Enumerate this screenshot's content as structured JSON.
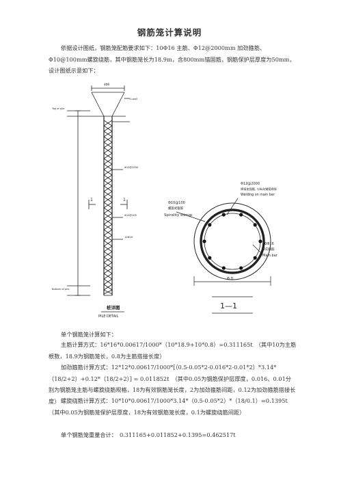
{
  "title": "钢筋笼计算说明",
  "intro": "依据设计图纸，钢筋笼配筋要求如下：10Φ16 主筋、Φ12@2000mm 加劲箍筋、Φ10@100mm螺旋绕筋，其中钢筋笼长为18.9m，含800mm锚固筋，钢筋保护层厚度为50mm，设计图纸示意如下：",
  "figure": {
    "pile_detail_cn": "桩详图",
    "pile_detail_en": "PILE DETAIL",
    "section_label": "1—1",
    "left_mark": "1",
    "right_mark": "1",
    "top_dim": "4Φ0",
    "diameter_dim": "Φ D",
    "spiral_cn": "螺旋式箍筋",
    "spiral_en": "Spirality stirrup",
    "spiral_spec": "Φ10@100",
    "welding_spec": "Φ12@2000",
    "welding_cn": "焊接加强箍, 与纵向钢筋焊接",
    "welding_en": "Welding on main bar",
    "main_spec": "10Φ16",
    "main_cn": "纵向钢筋",
    "main_en": "Main bar",
    "top_label": "Top of pile",
    "bottom_label": "Bottom of pile",
    "cutoff_label": "Cutoff"
  },
  "calc_intro": "单个钢筋笼计算如下：",
  "main_calc": "主筋计算方式：16*16*0.00617/1000*（10*18.9+10*0.8）=0.311165t　（其中10为主筋根数，18.9为钢筋笼长，0.8为主筋搭接长度）",
  "stiff_calc": "加劲箍筋计算方式：12*12*0.00617/1000*[（0.5-0.05*2-0.016*2-0.01*2）*3.14*（18/2+2）+0.12*（18/2+2）] = 0.011852t　（其中0.05为钢筋保护层厚度，0.016、0.01分别为钢筋笼主筋与螺旋绕筋规格，18为有效钢筋笼长度，2为加劲箍筋间距，0.12为加劲箍筋搭接长度）",
  "spiral_calc": "螺旋绕筋计算方式：10*10*0.00617/1000*3.14*（0.5-0.05*2）*（18/0.1）=0.1395t　（其中0.05为钢筋笼保护层厚度，18为有效钢筋笼长度，0.1为螺旋绕筋间距）",
  "total": "单个钢筋笼重量合计：　0.311165+0.011852+0.1395=0.462517t"
}
